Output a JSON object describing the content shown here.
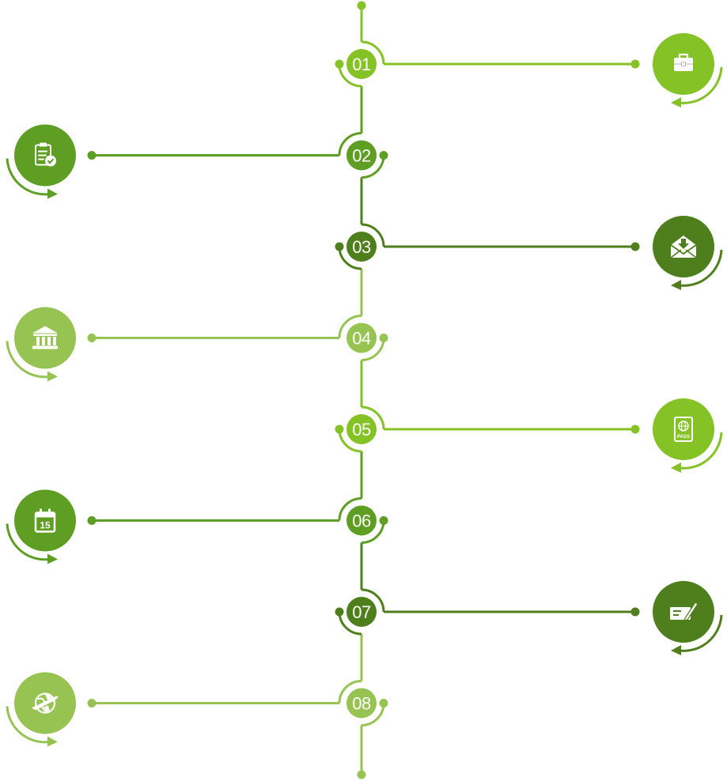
{
  "colors": {
    "lime": "#84c225",
    "leaf": "#5d9e23",
    "forest": "#4e7f1c",
    "pale": "#97c353"
  },
  "steps": [
    {
      "number": "01",
      "side": "right",
      "color": "lime",
      "icon": "briefcase-icon"
    },
    {
      "number": "02",
      "side": "left",
      "color": "leaf",
      "icon": "clipboard-check-icon"
    },
    {
      "number": "03",
      "side": "right",
      "color": "forest",
      "icon": "mail-download-icon"
    },
    {
      "number": "04",
      "side": "left",
      "color": "pale",
      "icon": "bank-icon"
    },
    {
      "number": "05",
      "side": "right",
      "color": "lime",
      "icon": "passport-icon",
      "icon_text": "PASS"
    },
    {
      "number": "06",
      "side": "left",
      "color": "leaf",
      "icon": "calendar-icon",
      "icon_text": "15"
    },
    {
      "number": "07",
      "side": "right",
      "color": "forest",
      "icon": "cheque-sign-icon"
    },
    {
      "number": "08",
      "side": "left",
      "color": "pale",
      "icon": "travel-globe-icon"
    }
  ]
}
